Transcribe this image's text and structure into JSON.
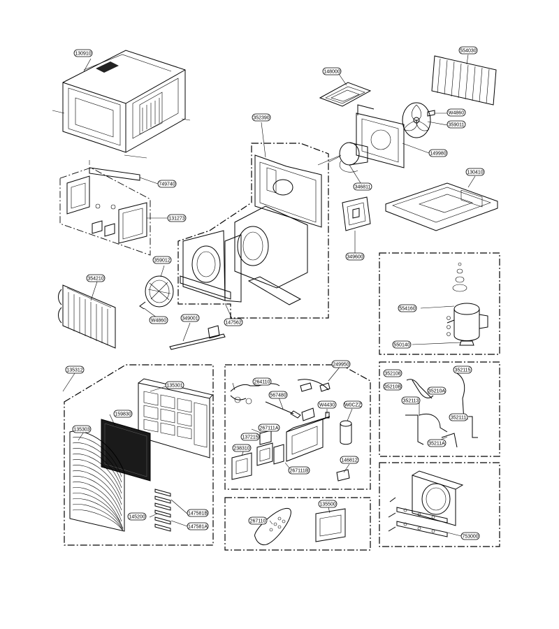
{
  "labels": {
    "l130910": "130910",
    "l148000": "148000",
    "l554030": "554030",
    "lW4860a": "W4860",
    "l359011": "359011",
    "l149980": "149980",
    "l352390": "352390",
    "l749740": "749740",
    "l346811": "346811",
    "l130410": "130410",
    "l131273": "131273",
    "l349600": "349600",
    "l359012": "359012",
    "l354210": "354210",
    "lW4860b": "W4860",
    "l349001": "349001",
    "l147562": "147562",
    "l554160": "554160",
    "l550140": "550140",
    "l135312": "135312",
    "l135301": "135301",
    "l135303": "135303",
    "l159830": "159830",
    "l147581B": "147581B",
    "l145200": "145200",
    "l147581A": "147581A",
    "l249950": "249950",
    "l264110": "264110",
    "l567480": "567480",
    "lW4430": "W4430",
    "lW0CZZ": "W0CZZ",
    "l267111A": "267111A",
    "l137215": "137215",
    "l238310": "238310",
    "l267111B": "267111B",
    "l146812": "146812",
    "l267110": "267110",
    "l135500": "135500",
    "l352108": "352108",
    "l352115": "352115",
    "l35210B": "35210B",
    "l35210A": "35210A",
    "l352113": "352113",
    "l352111": "352111",
    "l35211A": "35211A",
    "l753000": "753000"
  }
}
